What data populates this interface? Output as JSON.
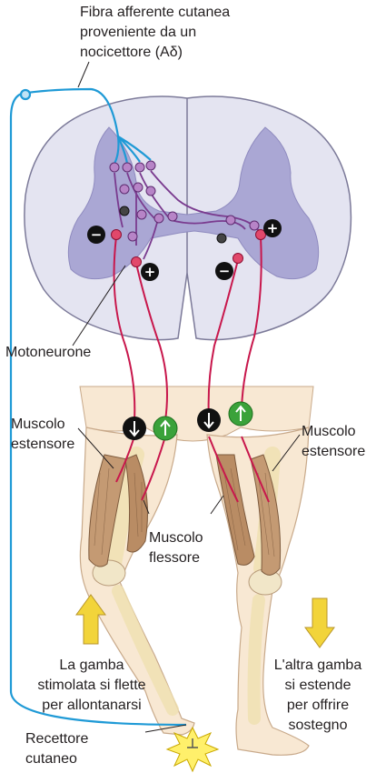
{
  "labels": {
    "afferent_fiber": [
      "Fibra afferente cutanea",
      "proveniente da un",
      "nocicettore (Aδ)"
    ],
    "motoneuron": "Motoneurone",
    "extensor_left": [
      "Muscolo",
      "estensore"
    ],
    "extensor_right": [
      "Muscolo",
      "estensore"
    ],
    "flexor": [
      "Muscolo",
      "flessore"
    ],
    "stimulated_leg": [
      "La gamba",
      "stimolata si flette",
      "per allontanarsi"
    ],
    "other_leg": [
      "L'altra gamba",
      "si estende",
      "per offrire",
      "sostegno"
    ],
    "receptor": [
      "Recettore",
      "cutaneo"
    ]
  },
  "signs": {
    "inhibitory": "−",
    "excitatory": "+"
  },
  "colors": {
    "afferent": "#1f9ad6",
    "motor": "#c8174c",
    "interneuron": "#7a3b8f",
    "grey_matter": "#aaa7d4",
    "white_matter": "#e4e4f1",
    "skin": "#f8e8d3",
    "muscle": "#c49a73",
    "inhibit_badge": "#111111",
    "excite_badge": "#3aa23a",
    "arrow": "#f2d43a",
    "star": "#fff06b"
  },
  "icons": {
    "contraction_down": "down-arrow-badge",
    "contraction_up": "up-arrow-badge",
    "movement": "thick-yellow-arrow",
    "stimulus": "starburst-icon"
  }
}
